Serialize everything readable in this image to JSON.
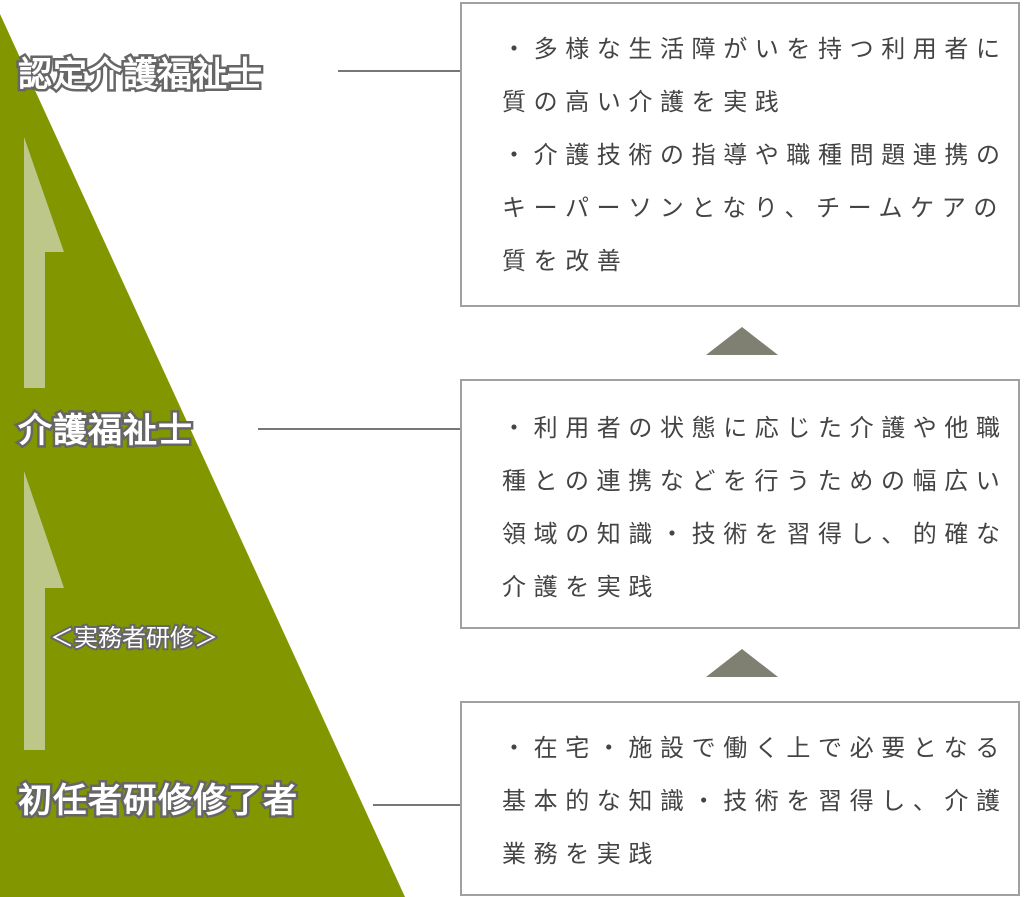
{
  "colors": {
    "pyramid": "#829600",
    "arrow": "#bdc78a",
    "connector": "#777777",
    "up_marker": "#7f7f72"
  },
  "levels": [
    {
      "title": "認定介護福祉士",
      "desc_lines": [
        "・多様な生活障がいを持つ利用者に",
        "質の高い介護を実践",
        "・介護技術の指導や職種問題連携の",
        "キーパーソンとなり、チームケアの",
        "質を改善"
      ]
    },
    {
      "title": "介護福祉士",
      "desc_lines": [
        "・利用者の状態に応じた介護や他職",
        "種との連携などを行うための幅広い",
        "領域の知識・技術を習得し、的確な",
        "介護を実践"
      ]
    },
    {
      "title": "初任者研修修了者",
      "desc_lines": [
        "・在宅・施設で働く上で必要となる",
        "基本的な知識・技術を習得し、介護",
        "業務を実践"
      ]
    }
  ],
  "training_label": "＜実務者研修＞"
}
